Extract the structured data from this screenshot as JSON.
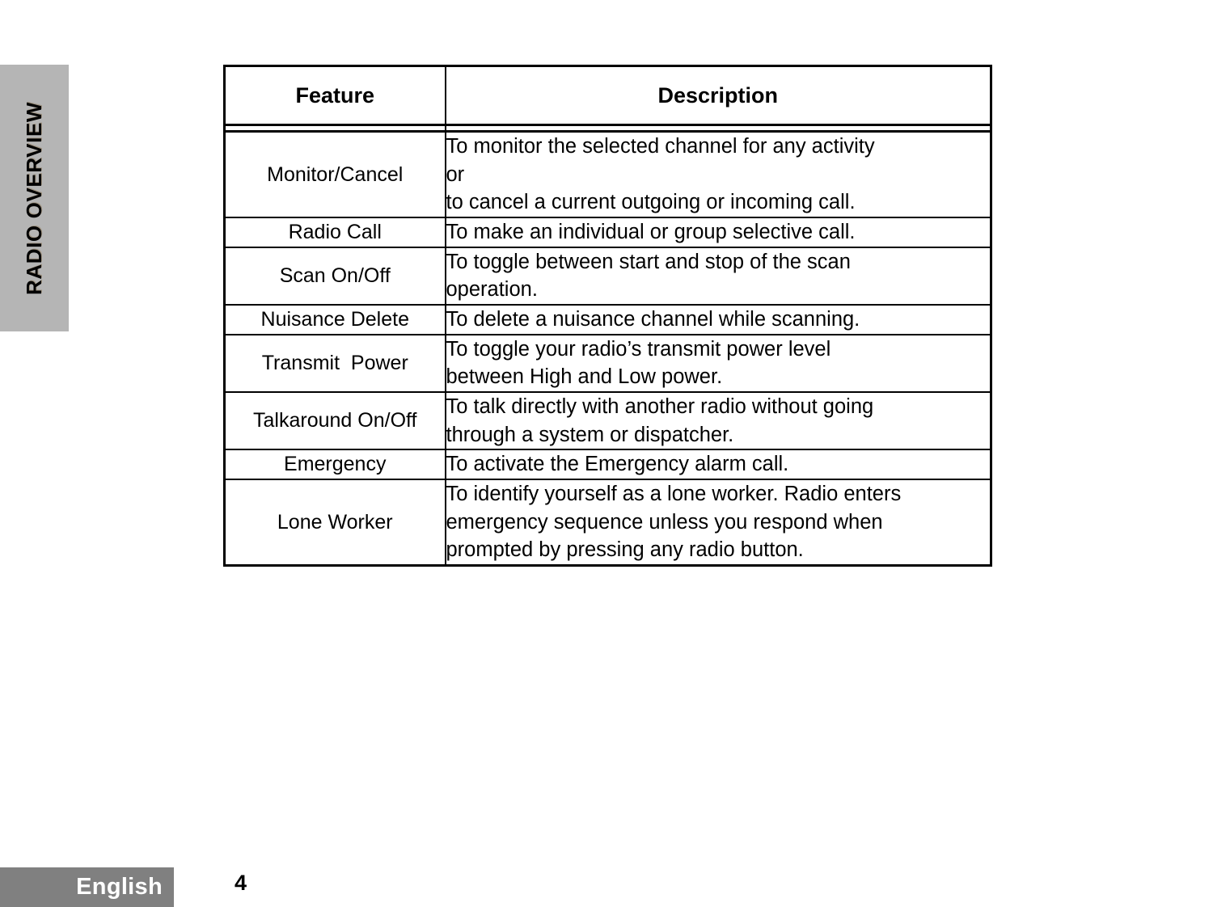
{
  "page": {
    "section_tab": "RADIO OVERVIEW",
    "language_label": "English",
    "page_number": "4",
    "colors": {
      "section_tab_bg": "#b5b5b5",
      "footer_tab_bg": "#808080",
      "footer_text": "#ffffff",
      "rule": "#000000",
      "page_bg": "#ffffff"
    }
  },
  "table": {
    "headers": {
      "feature": "Feature",
      "description": "Description"
    },
    "rows": [
      {
        "feature": "Monitor/Cancel",
        "description": "To monitor the selected channel for any activity\nor\nto cancel a current outgoing or incoming call."
      },
      {
        "feature": "Radio Call",
        "description": "To make an individual or group selective call."
      },
      {
        "feature": "Scan On/Off",
        "description": "To toggle between start and stop of the scan\noperation."
      },
      {
        "feature": "Nuisance Delete",
        "description": "To delete a  nuisance channel while scanning."
      },
      {
        "feature": "Transmit  Power",
        "description": "To toggle your radio’s transmit power level\nbetween High and Low power."
      },
      {
        "feature": "Talkaround On/Off",
        "description": "To talk directly with another radio without going\nthrough a system or dispatcher."
      },
      {
        "feature": "Emergency",
        "description": "To activate the Emergency alarm call."
      },
      {
        "feature": "Lone Worker",
        "description": "To identify yourself as a lone worker. Radio enters\nemergency sequence unless you respond when\nprompted by pressing any radio button."
      }
    ]
  }
}
